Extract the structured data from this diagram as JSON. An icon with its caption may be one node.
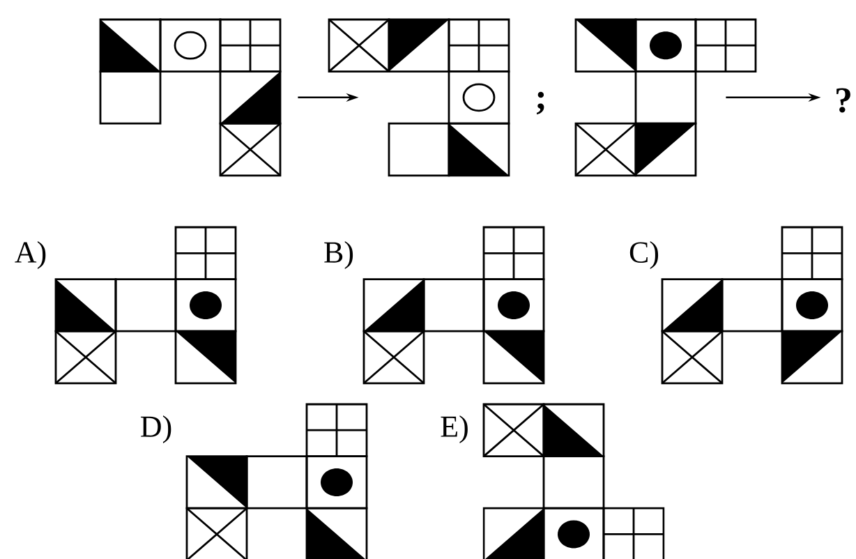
{
  "diagram": {
    "nodes": [
      {
        "text": [],
        "shape": "picture"
      },
      {
        "text": [],
        "shape": "picture"
      },
      {
        "text": [],
        "shape": "picture"
      },
      {
        "text": [
          "?"
        ]
      }
    ],
    "edges": [
      {
        "from": 0,
        "to": 1,
        "arrow": "to"
      },
      {
        "from": 2,
        "to": 3,
        "arrow": "to"
      }
    ],
    "labels": [
      ";",
      "A)",
      "B)",
      "C)",
      "D)",
      "E)"
    ]
  }
}
